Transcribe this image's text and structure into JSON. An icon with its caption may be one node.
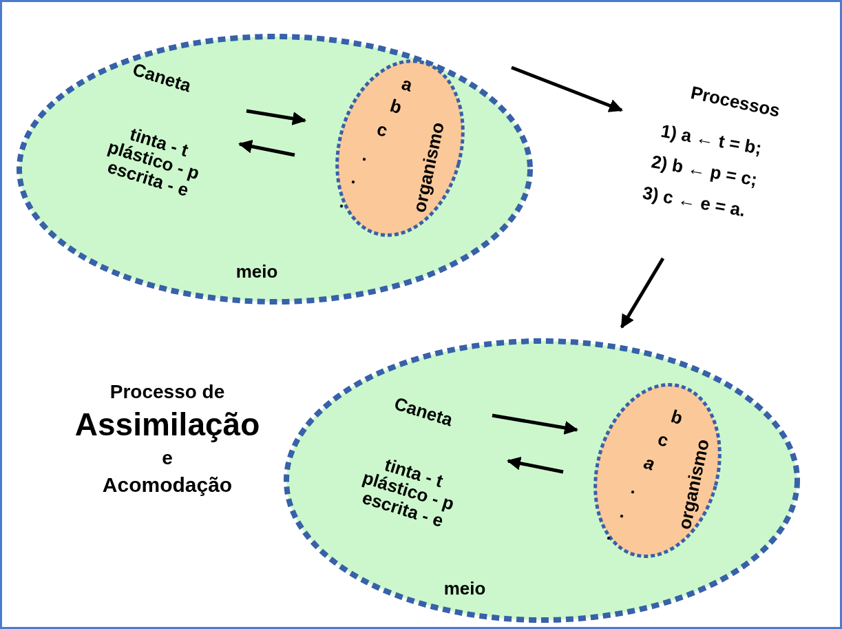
{
  "diagram": {
    "nodes": [
      {
        "text": [
          "meio"
        ]
      },
      {
        "text": [
          "Caneta",
          "tinta - t plástico - p escrita - e"
        ],
        "in": 0
      },
      {
        "text": [
          "a",
          "b",
          "c",
          ".",
          ".",
          ".",
          "organismo"
        ],
        "in": 0
      },
      {
        "text": [
          "Processos",
          "1) a ← t = b;",
          "2) b ← p = c;",
          "3) c ← e = a."
        ]
      },
      {
        "text": [
          "meio"
        ]
      },
      {
        "text": [
          "Caneta",
          "tinta - t plástico - p escrita - e"
        ],
        "in": 4
      },
      {
        "text": [
          "b",
          "c",
          "*a*",
          ".",
          ".",
          ".",
          "organismo"
        ],
        "in": 4
      }
    ],
    "edges": [
      {
        "from": 1,
        "to": 2,
        "arrow": "to"
      },
      {
        "from": 2,
        "to": 1,
        "arrow": "to"
      },
      {
        "from": 0,
        "to": 3,
        "arrow": "to"
      },
      {
        "from": 3,
        "to": 4,
        "arrow": "to"
      },
      {
        "from": 5,
        "to": 6,
        "arrow": "to"
      },
      {
        "from": 6,
        "to": 5,
        "arrow": "to"
      }
    ],
    "labels": [
      "Processo de",
      "Assimilação",
      "e",
      "Acomodação"
    ]
  }
}
